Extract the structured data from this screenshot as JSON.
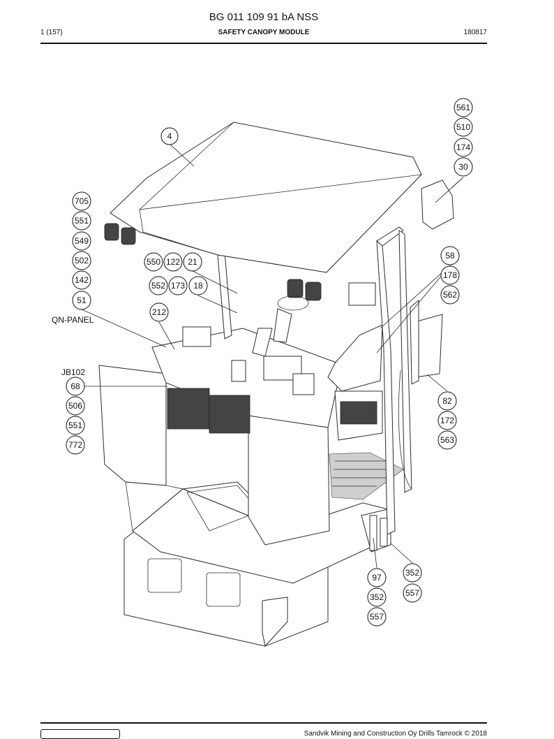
{
  "header": {
    "doc_number": "BG 011 109 91 bA NSS",
    "page": "1 (157)",
    "section_title": "SAFETY CANOPY MODULE",
    "date_code": "180817"
  },
  "callouts": [
    {
      "id": "c1",
      "label": "561"
    },
    {
      "id": "c2",
      "label": "510"
    },
    {
      "id": "c3",
      "label": "174"
    },
    {
      "id": "c4",
      "label": "30"
    },
    {
      "id": "c5",
      "label": "4"
    },
    {
      "id": "c6",
      "label": "705"
    },
    {
      "id": "c7",
      "label": "551"
    },
    {
      "id": "c8",
      "label": "549"
    },
    {
      "id": "c9",
      "label": "502"
    },
    {
      "id": "c10",
      "label": "142"
    },
    {
      "id": "c11",
      "label": "51"
    },
    {
      "id": "c12",
      "label": "550"
    },
    {
      "id": "c13",
      "label": "122"
    },
    {
      "id": "c14",
      "label": "21"
    },
    {
      "id": "c15",
      "label": "552"
    },
    {
      "id": "c16",
      "label": "173"
    },
    {
      "id": "c17",
      "label": "18"
    },
    {
      "id": "c18",
      "label": "212"
    },
    {
      "id": "c19",
      "label": "58"
    },
    {
      "id": "c20",
      "label": "178"
    },
    {
      "id": "c21",
      "label": "562"
    },
    {
      "id": "c22",
      "label": "68"
    },
    {
      "id": "c23",
      "label": "506"
    },
    {
      "id": "c24",
      "label": "551"
    },
    {
      "id": "c25",
      "label": "772"
    },
    {
      "id": "c26",
      "label": "82"
    },
    {
      "id": "c27",
      "label": "172"
    },
    {
      "id": "c28",
      "label": "563"
    },
    {
      "id": "c29",
      "label": "97"
    },
    {
      "id": "c30",
      "label": "352"
    },
    {
      "id": "c31",
      "label": "352"
    },
    {
      "id": "c32",
      "label": "557"
    },
    {
      "id": "c33",
      "label": "557"
    }
  ],
  "text_labels": {
    "qn_panel": "QN-PANEL",
    "jb102": "JB102"
  },
  "footer": {
    "copyright": "Sandvik Mining and Construction Oy Drills Tamrock © 2018"
  }
}
